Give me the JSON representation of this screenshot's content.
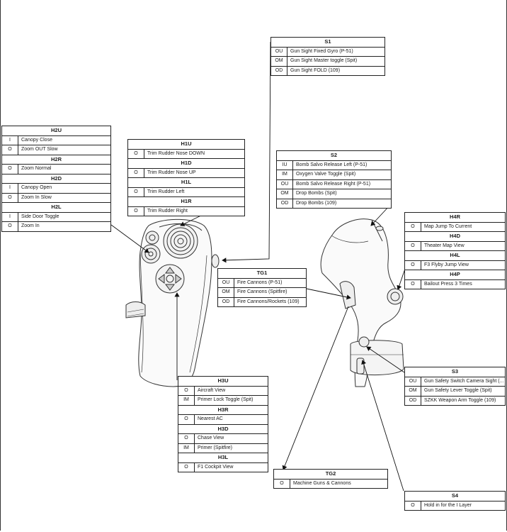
{
  "boxes": {
    "s1": {
      "groups": [
        {
          "title": "S1",
          "rows": [
            {
              "code": "OU",
              "label": "Gun Sight Fixed Gyro (P-51)"
            },
            {
              "code": "OM",
              "label": "Gun Sight Master toggle (Spit)"
            },
            {
              "code": "OD",
              "label": "Gun Sight FOLD (109)"
            }
          ]
        }
      ]
    },
    "h2": {
      "groups": [
        {
          "title": "H2U",
          "rows": [
            {
              "code": "I",
              "label": "Canopy Close"
            },
            {
              "code": "O",
              "label": "Zoom OUT Slow"
            }
          ]
        },
        {
          "title": "H2R",
          "rows": [
            {
              "code": "O",
              "label": "Zoom Normal"
            }
          ]
        },
        {
          "title": "H2D",
          "rows": [
            {
              "code": "I",
              "label": "Canopy Open"
            },
            {
              "code": "O",
              "label": "Zoom In Slow"
            }
          ]
        },
        {
          "title": "H2L",
          "rows": [
            {
              "code": "I",
              "label": "Side Door Toggle"
            },
            {
              "code": "O",
              "label": "Zoom In"
            }
          ]
        }
      ]
    },
    "h1": {
      "groups": [
        {
          "title": "H1U",
          "rows": [
            {
              "code": "O",
              "label": "Trim Rudder Nose DOWN"
            }
          ]
        },
        {
          "title": "H1D",
          "rows": [
            {
              "code": "O",
              "label": "Trim Rudder Nose UP"
            }
          ]
        },
        {
          "title": "H1L",
          "rows": [
            {
              "code": "O",
              "label": "Trim Rudder Left"
            }
          ]
        },
        {
          "title": "H1R",
          "rows": [
            {
              "code": "O",
              "label": "Trim Rudder Right"
            }
          ]
        }
      ]
    },
    "s2": {
      "groups": [
        {
          "title": "S2",
          "rows": [
            {
              "code": "IU",
              "label": "Bomb Salvo Release Left (P-51)"
            },
            {
              "code": "IM",
              "label": "Oxygen Valve Toggle (Spit)"
            },
            {
              "code": "OU",
              "label": "Bomb Salvo Release Right (P-51)"
            },
            {
              "code": "OM",
              "label": "Drop Bombs (Spit)"
            },
            {
              "code": "OD",
              "label": "Drop Bombs (109)"
            }
          ]
        }
      ]
    },
    "h4": {
      "groups": [
        {
          "title": "H4R",
          "rows": [
            {
              "code": "O",
              "label": "Map Jump To Current"
            }
          ]
        },
        {
          "title": "H4D",
          "rows": [
            {
              "code": "O",
              "label": "Theater Map View"
            }
          ]
        },
        {
          "title": "H4L",
          "rows": [
            {
              "code": "O",
              "label": "F3 Flyby Jump View"
            }
          ]
        },
        {
          "title": "H4P",
          "rows": [
            {
              "code": "O",
              "label": "Bailout Press 3 Times"
            }
          ]
        }
      ]
    },
    "tg1": {
      "groups": [
        {
          "title": "TG1",
          "rows": [
            {
              "code": "OU",
              "label": "Fire Cannons (P-51)"
            },
            {
              "code": "OM",
              "label": "Fire Cannons (Spitfire)"
            },
            {
              "code": "OD",
              "label": "Fire Cannons/Rockets (109)"
            }
          ]
        }
      ]
    },
    "h3": {
      "groups": [
        {
          "title": "H3U",
          "rows": [
            {
              "code": "O",
              "label": "Aircraft View"
            },
            {
              "code": "IM",
              "label": "Primer Lock Toggle (Spit)"
            }
          ]
        },
        {
          "title": "H3R",
          "rows": [
            {
              "code": "O",
              "label": "Nearest AC"
            }
          ]
        },
        {
          "title": "H3D",
          "rows": [
            {
              "code": "O",
              "label": "Chase View"
            },
            {
              "code": "IM",
              "label": "Primer (Spitfire)"
            }
          ]
        },
        {
          "title": "H3L",
          "rows": [
            {
              "code": "O",
              "label": "F1 Cockpit View"
            }
          ]
        }
      ]
    },
    "s3": {
      "groups": [
        {
          "title": "S3",
          "rows": [
            {
              "code": "OU",
              "label": "Gun Safety Switch Camera Sight (..."
            },
            {
              "code": "OM",
              "label": "Gun Safety Lever Toggle (Spit)"
            },
            {
              "code": "OD",
              "label": "SZKK Weapon Arm Toggle (109)"
            }
          ]
        }
      ]
    },
    "tg2": {
      "groups": [
        {
          "title": "TG2",
          "rows": [
            {
              "code": "O",
              "label": "Machine Guns & Cannons"
            }
          ]
        }
      ]
    },
    "s4": {
      "groups": [
        {
          "title": "S4",
          "rows": [
            {
              "code": "O",
              "label": "Hold in for the I Layer"
            }
          ]
        }
      ]
    }
  }
}
